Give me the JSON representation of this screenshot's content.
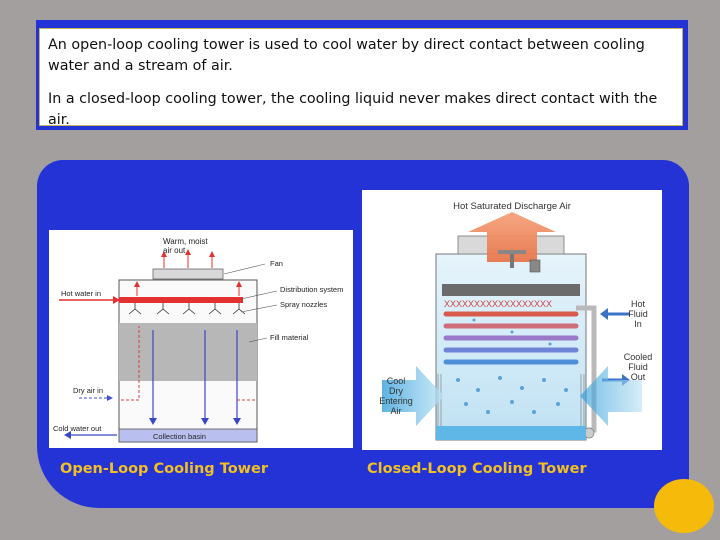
{
  "intro": {
    "open_loop": "An open-loop cooling tower is used to cool water by direct contact between cooling water and a stream of air.",
    "closed_loop": "In a closed-loop cooling tower, the cooling liquid never makes direct contact with the air."
  },
  "open_loop": {
    "caption": "Open-Loop Cooling Tower",
    "labels": {
      "warm_air_1": "Warm, moist",
      "warm_air_2": "air out",
      "fan": "Fan",
      "hot_water": "Hot water in",
      "distribution": "Distribution system",
      "spray": "Spray nozzles",
      "fill": "Fill material",
      "dry_air": "Dry air in",
      "cold_water": "Cold water out",
      "basin": "Collection basin"
    }
  },
  "closed_loop": {
    "caption": "Closed-Loop Cooling Tower",
    "labels": {
      "discharge": "Hot Saturated Discharge Air",
      "coil_x": "XXXXXXXXXXXXXXXXXX",
      "hot_fluid_1": "Hot",
      "hot_fluid_2": "Fluid",
      "hot_fluid_3": "In",
      "cooled_1": "Cooled",
      "cooled_2": "Fluid",
      "cooled_3": "Out",
      "cool_air_1": "Cool",
      "cool_air_2": "Dry",
      "cool_air_3": "Entering",
      "cool_air_4": "Air"
    }
  },
  "colors": {
    "background": "#a39f9e",
    "panel": "#2433d6",
    "caption": "#f2c020",
    "accent_circle": "#f5ba0a"
  }
}
